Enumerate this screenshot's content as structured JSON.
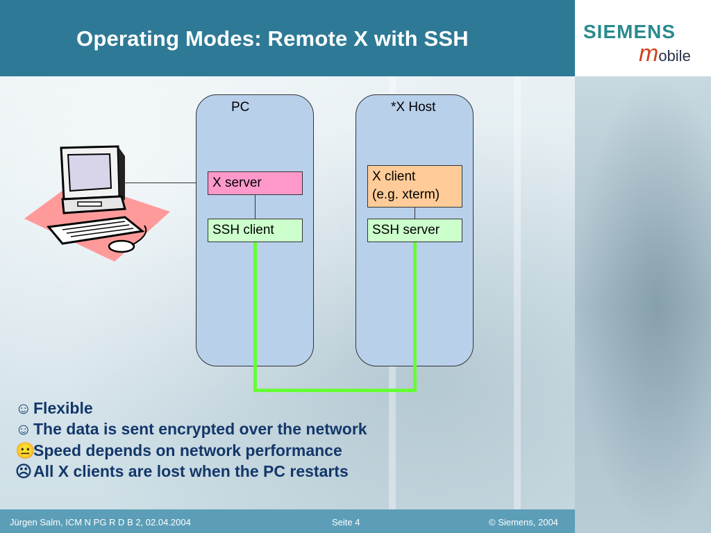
{
  "header": {
    "title": "Operating Modes: Remote X with SSH",
    "logo_top": "SIEMENS",
    "logo_m": "m",
    "logo_rest": "obile"
  },
  "diagram": {
    "pc_label": "PC",
    "host_label": "*X Host",
    "x_server": "X server",
    "ssh_client": "SSH client",
    "x_client_line1": "X client",
    "x_client_line2": "(e.g. xterm)",
    "ssh_server": "SSH server",
    "icon": "computer-icon",
    "colors": {
      "container": "#b9d0eb",
      "x_server": "#ff99cc",
      "x_client": "#ffcc99",
      "ssh": "#ccffcc",
      "tunnel": "#66ff33",
      "computer_shadow": "#ff9a9a"
    }
  },
  "bullets": [
    {
      "icon": "smiley-icon",
      "glyph": "☺",
      "text": "Flexible"
    },
    {
      "icon": "smiley-icon",
      "glyph": "☺",
      "text": "The data is sent encrypted over the network"
    },
    {
      "icon": "neutral-face-icon",
      "glyph": "😐",
      "text": "Speed depends on network performance"
    },
    {
      "icon": "frown-icon",
      "glyph": "☹",
      "text": "All X clients are lost when the PC restarts"
    }
  ],
  "footer": {
    "author": "Jürgen Salm, ICM N PG R D B 2, 02.04.2004",
    "page": "Seite 4",
    "copyright": "© Siemens, 2004"
  }
}
